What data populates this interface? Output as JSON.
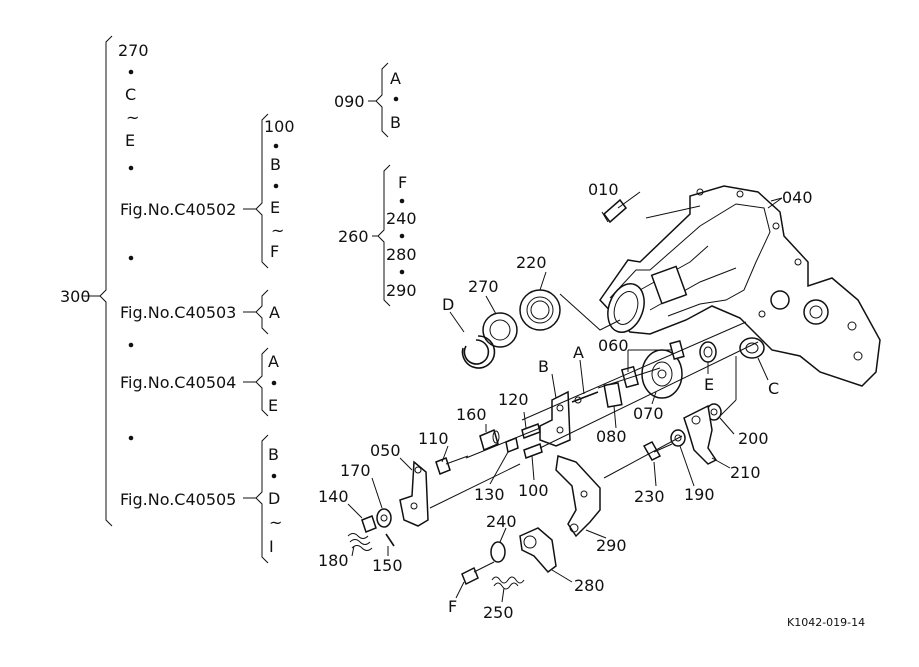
{
  "diagram_id": "K1042-019-14",
  "groups": {
    "g300": {
      "label": "300",
      "items": [
        "270",
        "C",
        "E",
        "Fig.No.C40502",
        "Fig.No.C40503",
        "Fig.No.C40504",
        "Fig.No.C40505"
      ],
      "range_sign": "~"
    },
    "g100": {
      "items": [
        "100",
        "B",
        "E",
        "F"
      ],
      "range_sign": "~"
    },
    "g503": {
      "items": [
        "A"
      ]
    },
    "g504": {
      "items": [
        "A",
        "E"
      ]
    },
    "g505": {
      "items": [
        "B",
        "D",
        "I"
      ],
      "range_sign": "~"
    },
    "g090": {
      "label": "090",
      "items": [
        "A",
        "B"
      ]
    },
    "g260": {
      "label": "260",
      "items": [
        "F",
        "240",
        "280",
        "290"
      ]
    }
  },
  "callouts": {
    "p010": "010",
    "p040": "040",
    "p220": "220",
    "p270": "270",
    "pD": "D",
    "p060": "060",
    "pA": "A",
    "pB": "B",
    "p070": "070",
    "p080": "080",
    "pE": "E",
    "pC": "C",
    "p120": "120",
    "p160": "160",
    "p110": "110",
    "p050": "050",
    "p130": "130",
    "p100": "100",
    "p170": "170",
    "p140": "140",
    "p180": "180",
    "p150": "150",
    "p240": "240",
    "p290": "290",
    "p280": "280",
    "pF": "F",
    "p250": "250",
    "p230": "230",
    "p190": "190",
    "p200": "200",
    "p210": "210"
  }
}
